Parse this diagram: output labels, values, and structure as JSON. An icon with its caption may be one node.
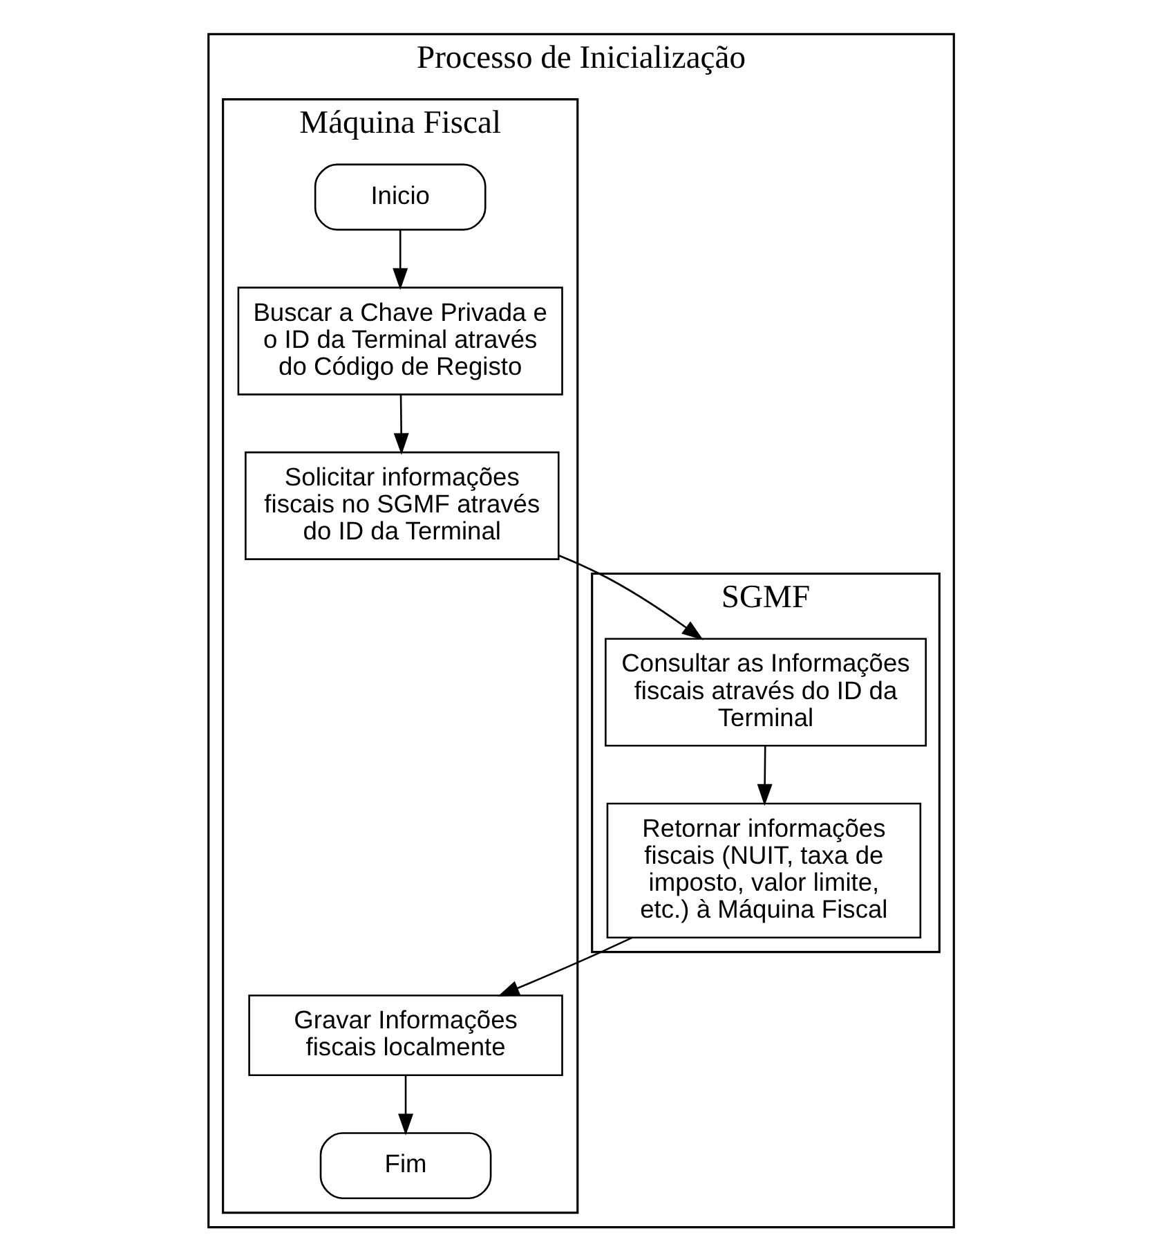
{
  "diagram": {
    "nodes": [
      {
        "text": [
          "Processo de Inicialização"
        ]
      },
      {
        "text": [
          "Máquina Fiscal"
        ],
        "in": 0
      },
      {
        "text": [
          "SGMF"
        ],
        "in": 0
      },
      {
        "text": [
          "Inicio"
        ],
        "in": 1
      },
      {
        "text": [
          "Buscar a Chave Privada e o ID da Terminal através do Código de Registo"
        ],
        "in": 1
      },
      {
        "text": [
          "Solicitar informações fiscais no SGMF através do ID da Terminal"
        ],
        "in": 1
      },
      {
        "text": [
          "Consultar as Informações fiscais através do ID da Terminal"
        ],
        "in": 2
      },
      {
        "text": [
          "Retornar informações fiscais (NUIT, taxa de imposto, valor limite, etc.) à Máquina Fiscal"
        ],
        "in": 2
      },
      {
        "text": [
          "Gravar Informações fiscais localmente"
        ],
        "in": 1
      },
      {
        "text": [
          "Fim"
        ],
        "in": 1
      }
    ],
    "edges": [
      {
        "from": 3,
        "to": 4,
        "arrow": "to"
      },
      {
        "from": 4,
        "to": 5,
        "arrow": "to"
      },
      {
        "from": 5,
        "to": 6,
        "arrow": "to"
      },
      {
        "from": 6,
        "to": 7,
        "arrow": "to"
      },
      {
        "from": 7,
        "to": 8,
        "arrow": "to"
      },
      {
        "from": 8,
        "to": 9,
        "arrow": "to"
      }
    ]
  }
}
